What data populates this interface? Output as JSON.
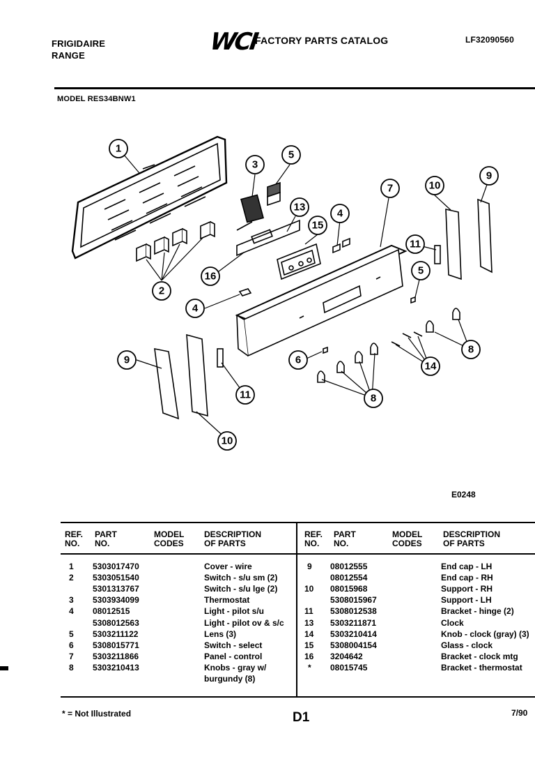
{
  "header": {
    "brand_line1": "FRIGIDAIRE",
    "brand_line2": "RANGE",
    "logo_text": "WCI",
    "catalog_title": "FACTORY PARTS CATALOG",
    "catalog_number": "LF32090560"
  },
  "model": "MODEL RES34BNW1",
  "diagram": {
    "code": "E0248",
    "callouts": [
      "1",
      "2",
      "3",
      "4",
      "4",
      "5",
      "5",
      "6",
      "7",
      "8",
      "8",
      "9",
      "9",
      "10",
      "10",
      "11",
      "11",
      "13",
      "14",
      "15",
      "16"
    ]
  },
  "table": {
    "headers": {
      "ref": "REF.\nNO.",
      "part": "PART\nNO.",
      "model": "MODEL\nCODES",
      "desc": "DESCRIPTION\nOF PARTS"
    },
    "left_rows": [
      {
        "ref": "1",
        "part": "5303017470",
        "desc": "Cover - wire"
      },
      {
        "ref": "2",
        "part": "5303051540",
        "desc": "Switch - s/u sm (2)"
      },
      {
        "ref": "",
        "part": "5301313767",
        "desc": "Switch - s/u lge (2)"
      },
      {
        "ref": "3",
        "part": "5303934099",
        "desc": "Thermostat"
      },
      {
        "ref": "4",
        "part": "08012515",
        "desc": "Light - pilot s/u"
      },
      {
        "ref": "",
        "part": "5308012563",
        "desc": "Light - pilot ov & s/c"
      },
      {
        "ref": "5",
        "part": "5303211122",
        "desc": "Lens (3)"
      },
      {
        "ref": "6",
        "part": "5308015771",
        "desc": "Switch - select"
      },
      {
        "ref": "7",
        "part": "5303211866",
        "desc": "Panel - control"
      },
      {
        "ref": "8",
        "part": "5303210413",
        "desc": "Knobs - gray w/"
      },
      {
        "ref": "",
        "part": "",
        "desc": "burgundy (8)"
      }
    ],
    "right_rows": [
      {
        "ref": "9",
        "part": "08012555",
        "desc": "End cap - LH"
      },
      {
        "ref": "",
        "part": "08012554",
        "desc": "End cap - RH"
      },
      {
        "ref": "10",
        "part": "08015968",
        "desc": "Support - RH"
      },
      {
        "ref": "",
        "part": "5308015967",
        "desc": "Support - LH"
      },
      {
        "ref": "11",
        "part": "5308012538",
        "desc": "Bracket - hinge (2)"
      },
      {
        "ref": "13",
        "part": "5303211871",
        "desc": "Clock"
      },
      {
        "ref": "14",
        "part": "5303210414",
        "desc": "Knob - clock (gray) (3)"
      },
      {
        "ref": "15",
        "part": "5308004154",
        "desc": "Glass - clock"
      },
      {
        "ref": "16",
        "part": "3204642",
        "desc": "Bracket - clock mtg"
      },
      {
        "ref": "*",
        "part": "08015745",
        "desc": "Bracket - thermostat"
      }
    ]
  },
  "footer": {
    "note": "* = Not Illustrated",
    "page": "D1",
    "date": "7/90"
  }
}
